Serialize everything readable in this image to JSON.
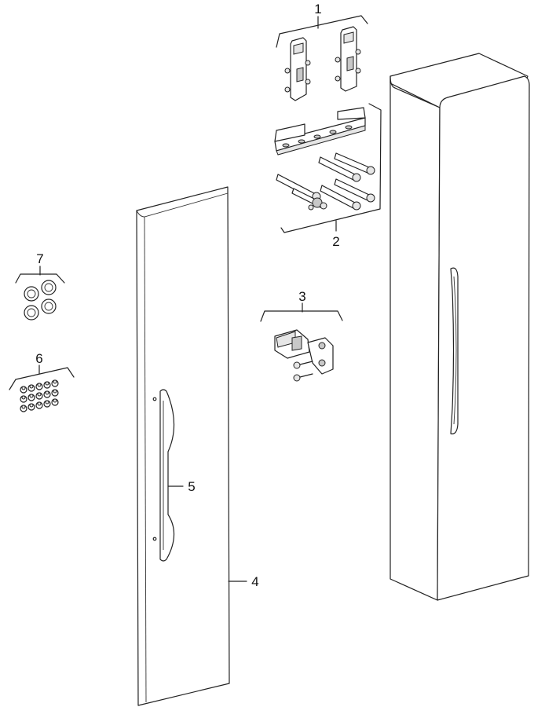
{
  "labels": {
    "p1": "1",
    "p2": "2",
    "p3": "3",
    "p4": "4",
    "p5": "5",
    "p6": "6",
    "p7": "7"
  }
}
